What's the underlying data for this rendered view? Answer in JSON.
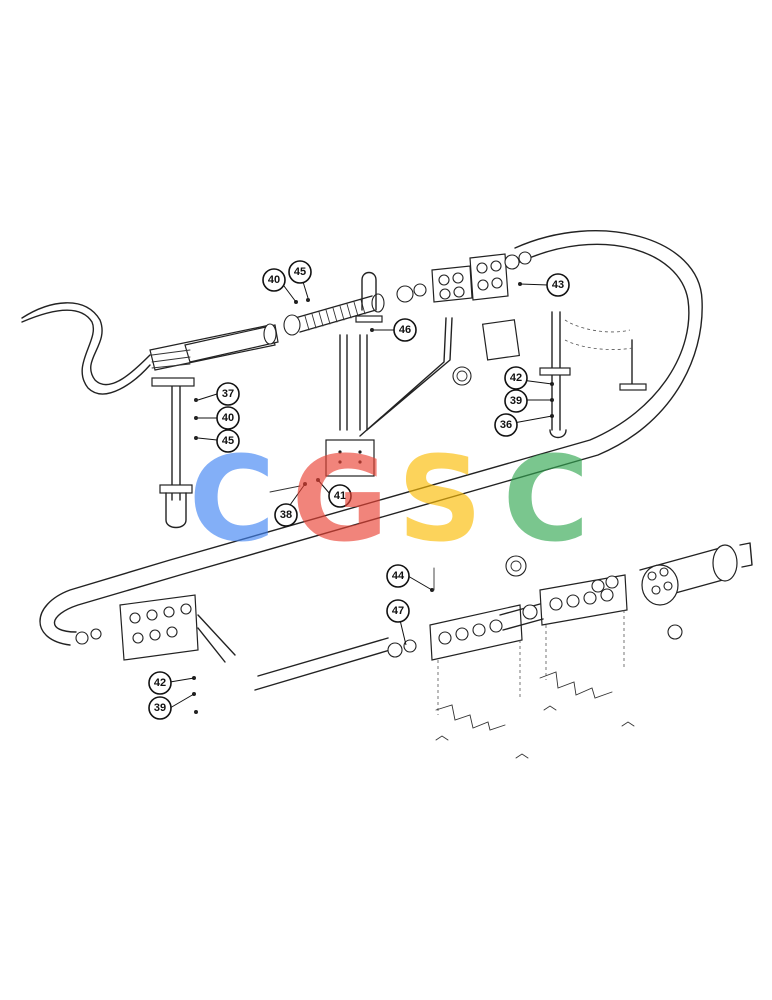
{
  "callouts": {
    "c40_top": "40",
    "c45_top": "45",
    "c43": "43",
    "c46": "46",
    "c37": "37",
    "c40_mid": "40",
    "c45_mid": "45",
    "c42_right": "42",
    "c39_right": "39",
    "c36": "36",
    "c38": "38",
    "c41": "41",
    "c44": "44",
    "c47": "47",
    "c42_left": "42",
    "c39_left": "39"
  },
  "watermark": {
    "letters": [
      "C",
      "G",
      "S",
      "C"
    ],
    "colors": [
      "#4285F4",
      "#EA4335",
      "#FBBC05",
      "#34A853"
    ]
  }
}
